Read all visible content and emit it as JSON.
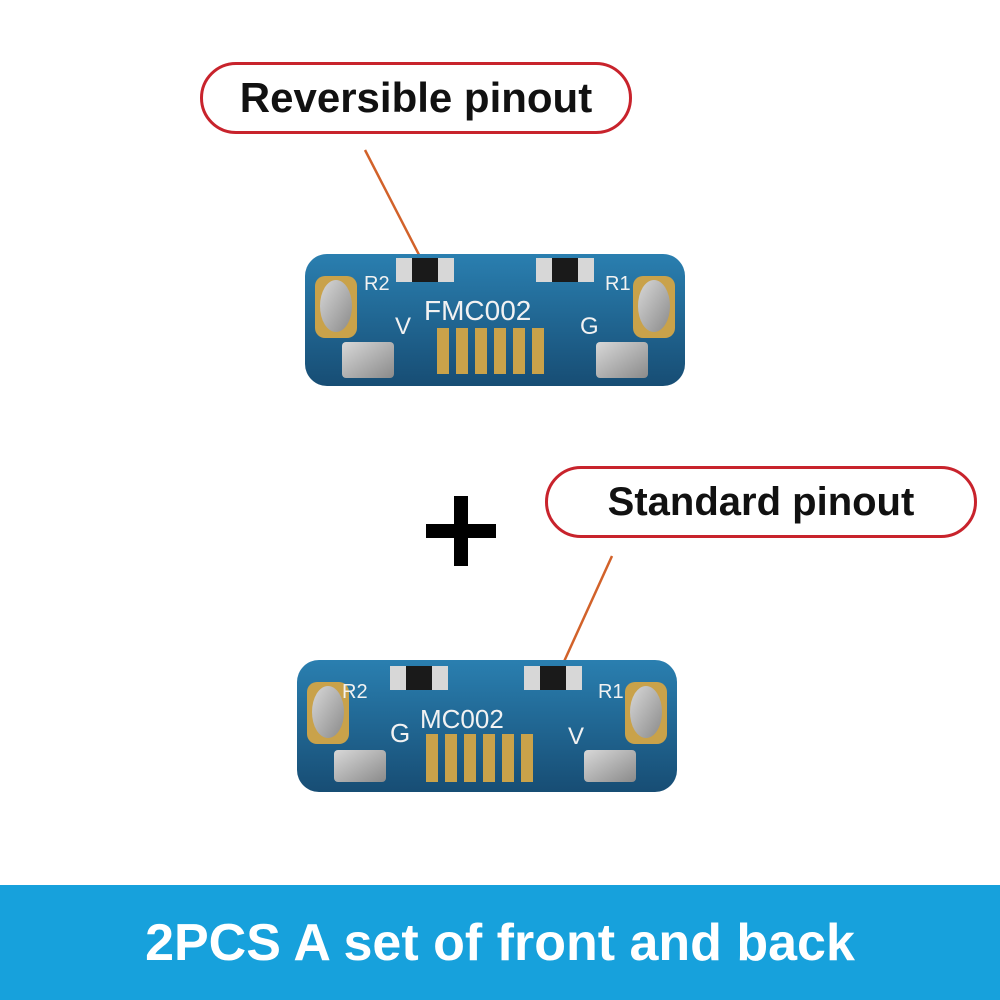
{
  "callouts": {
    "top": "Reversible pinout",
    "bottom": "Standard pinout"
  },
  "boards": {
    "top": {
      "r_left": "R2",
      "r_right": "R1",
      "model": "FMC002",
      "pin_left": "V",
      "pin_right": "G"
    },
    "bottom": {
      "r_left": "R2",
      "r_right": "R1",
      "model": "MC002",
      "pin_left": "G",
      "pin_right": "V"
    }
  },
  "banner": {
    "text": "2PCS A set of front and back"
  },
  "colors": {
    "callout_border": "#c8232c",
    "leader_line": "#d2622a",
    "pcb_blue": "#1f5f8a",
    "banner": "#17a1dc"
  },
  "icons": {
    "plus": "plus-icon"
  }
}
